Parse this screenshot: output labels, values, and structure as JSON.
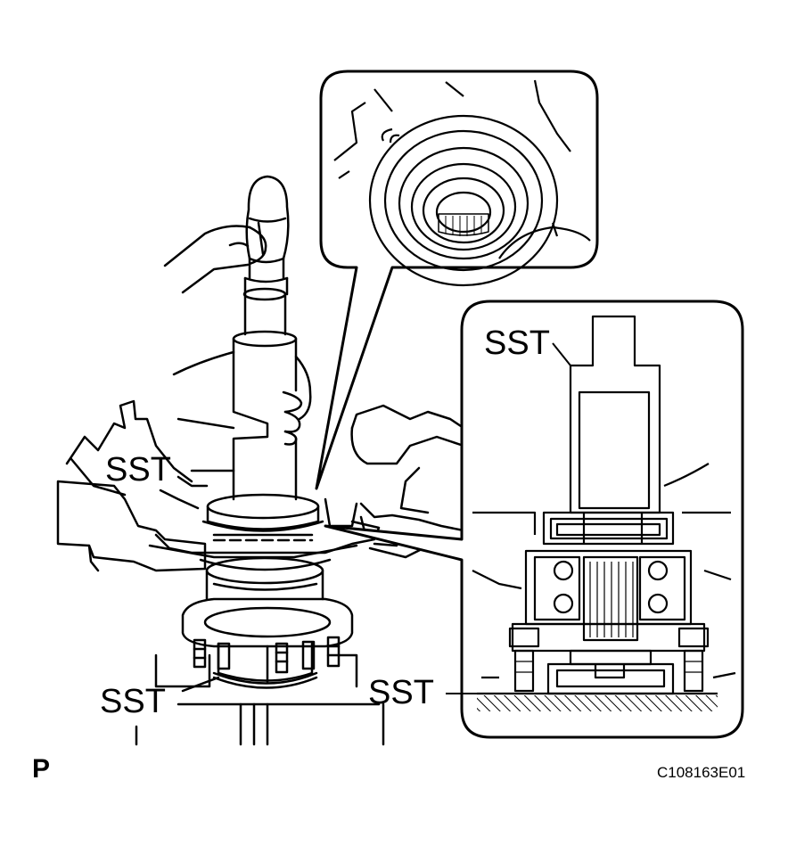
{
  "labels": {
    "sst_left": "SST",
    "sst_bottom": "SST",
    "sst_inset_top": "SST",
    "sst_inset_bottom": "SST",
    "corner_mark": "P",
    "figure_code": "C108163E01"
  },
  "colors": {
    "ink": "#000000",
    "paper": "#ffffff"
  }
}
